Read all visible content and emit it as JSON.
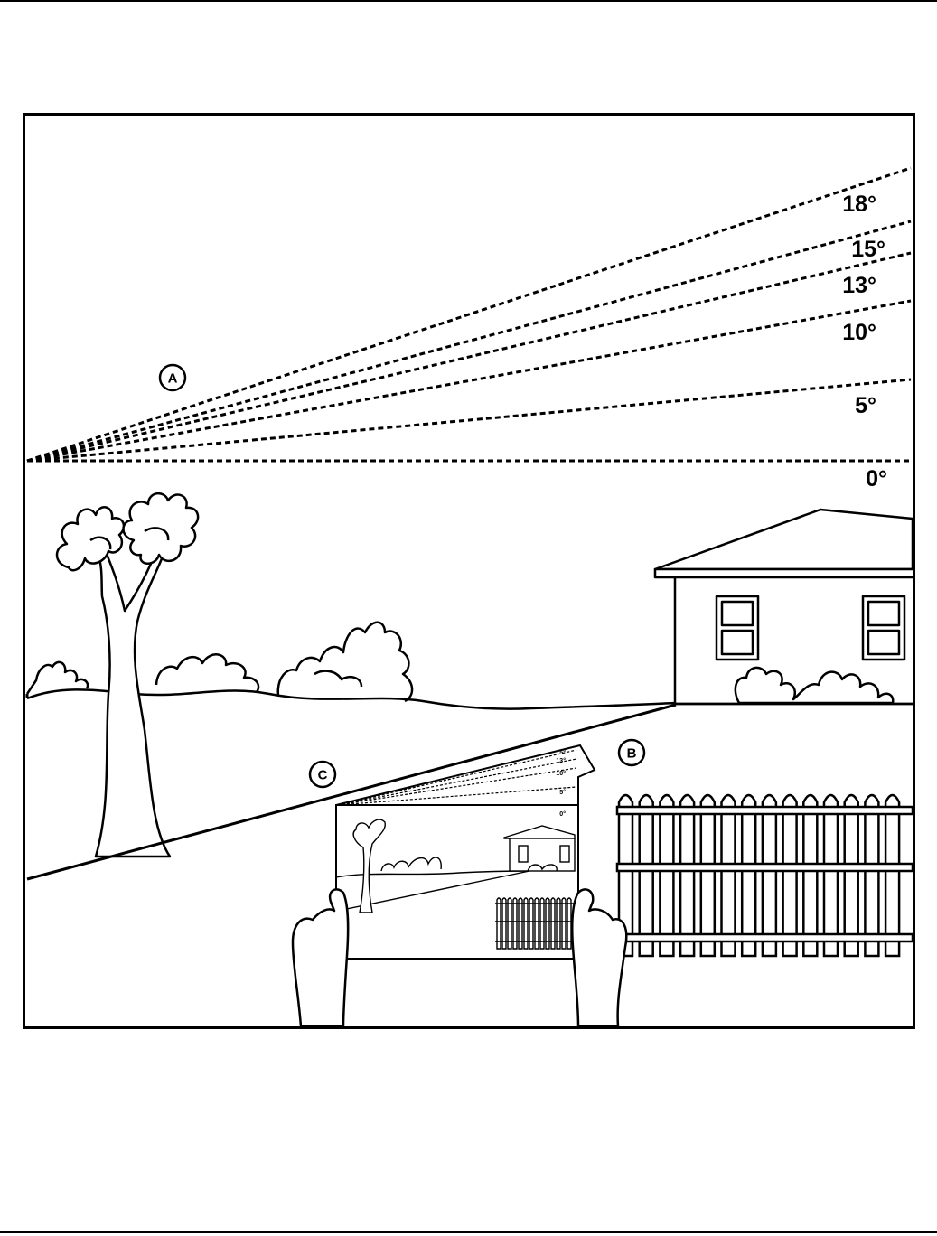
{
  "diagram": {
    "angle_labels": [
      "18°",
      "15°",
      "13°",
      "10°",
      "5°",
      "0°"
    ],
    "callouts": {
      "a": "A",
      "b": "B",
      "c": "C"
    },
    "card_angle_labels": [
      "15°",
      "13°",
      "10°",
      "5°",
      "0°"
    ]
  },
  "colors": {
    "ink": "#000000",
    "paper": "#ffffff"
  }
}
